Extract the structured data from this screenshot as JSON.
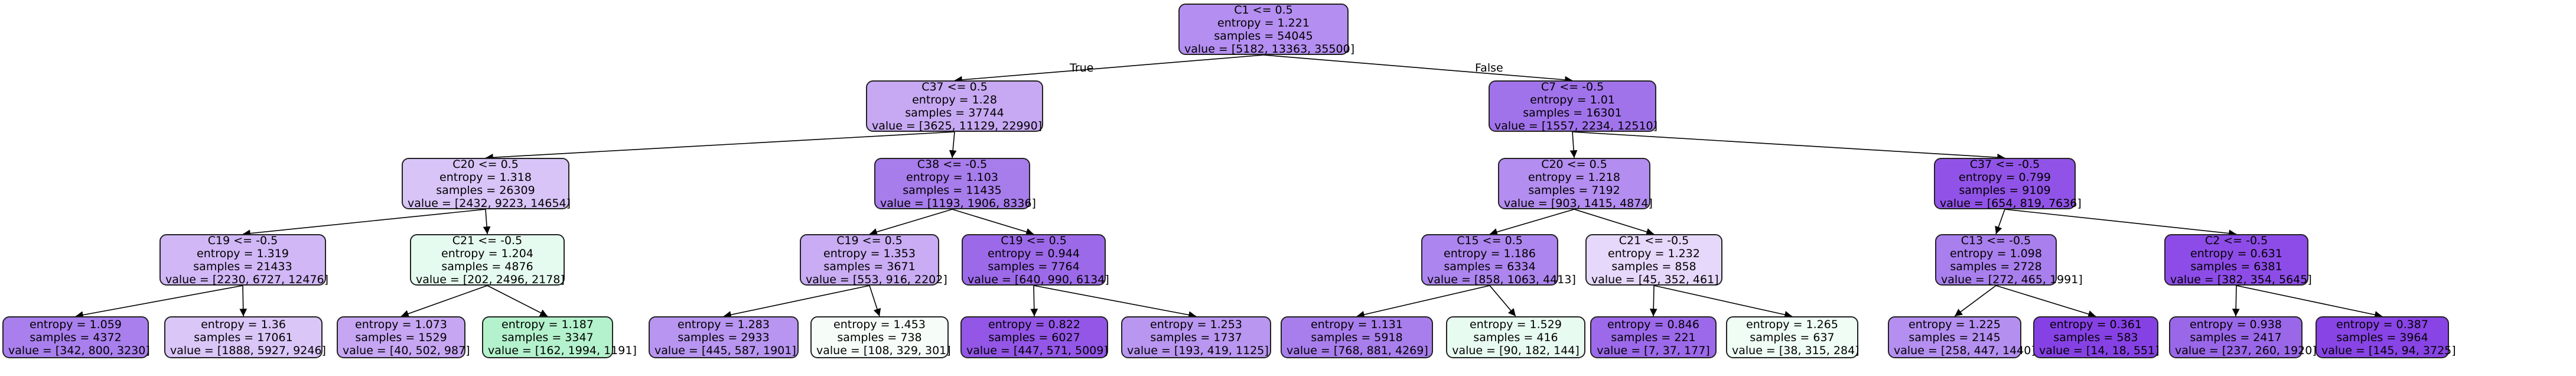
{
  "branches": {
    "true_label": "True",
    "false_label": "False"
  },
  "nodes": [
    {
      "id": "n0",
      "cond": "C1 <= 0.5",
      "entropy": "entropy = 1.221",
      "samples": "samples = 54045",
      "value": "value = [5182, 13363, 35500]",
      "fill": "#b48ef0"
    },
    {
      "id": "n1",
      "cond": "C37 <= 0.5",
      "entropy": "entropy = 1.28",
      "samples": "samples = 37744",
      "value": "value = [3625, 11129, 22990]",
      "fill": "#c7a9f3"
    },
    {
      "id": "n2",
      "cond": "C7 <= -0.5",
      "entropy": "entropy = 1.01",
      "samples": "samples = 16301",
      "value": "value = [1557, 2234, 12510]",
      "fill": "#a173eb"
    },
    {
      "id": "n3",
      "cond": "C20 <= 0.5",
      "entropy": "entropy = 1.318",
      "samples": "samples = 26309",
      "value": "value = [2432, 9223, 14654]",
      "fill": "#d8c4f7"
    },
    {
      "id": "n4",
      "cond": "C38 <= -0.5",
      "entropy": "entropy = 1.103",
      "samples": "samples = 11435",
      "value": "value = [1193, 1906, 8336]",
      "fill": "#a77ceb"
    },
    {
      "id": "n5",
      "cond": "C20 <= 0.5",
      "entropy": "entropy = 1.218",
      "samples": "samples = 7192",
      "value": "value = [903, 1415, 4874]",
      "fill": "#b38def"
    },
    {
      "id": "n6",
      "cond": "C37 <= -0.5",
      "entropy": "entropy = 0.799",
      "samples": "samples = 9109",
      "value": "value = [654, 819, 7636]",
      "fill": "#9153e7"
    },
    {
      "id": "n7",
      "cond": "C19 <= -0.5",
      "entropy": "entropy = 1.319",
      "samples": "samples = 21433",
      "value": "value = [2230, 6727, 12476]",
      "fill": "#d1b7f6"
    },
    {
      "id": "n8",
      "cond": "C21 <= -0.5",
      "entropy": "entropy = 1.204",
      "samples": "samples = 4876",
      "value": "value = [202, 2496, 2178]",
      "fill": "#e6fbef"
    },
    {
      "id": "n9",
      "cond": "C19 <= 0.5",
      "entropy": "entropy = 1.353",
      "samples": "samples = 3671",
      "value": "value = [553, 916, 2202]",
      "fill": "#c9acf3"
    },
    {
      "id": "n10",
      "cond": "C19 <= 0.5",
      "entropy": "entropy = 0.944",
      "samples": "samples = 7764",
      "value": "value = [640, 990, 6134]",
      "fill": "#9c69e9"
    },
    {
      "id": "n11",
      "cond": "C15 <= 0.5",
      "entropy": "entropy = 1.186",
      "samples": "samples = 6334",
      "value": "value = [858, 1063, 4413]",
      "fill": "#ad85ee"
    },
    {
      "id": "n12",
      "cond": "C21 <= -0.5",
      "entropy": "entropy = 1.232",
      "samples": "samples = 858",
      "value": "value = [45, 352, 461]",
      "fill": "#e6d8fa"
    },
    {
      "id": "n13",
      "cond": "C13 <= -0.5",
      "entropy": "entropy = 1.098",
      "samples": "samples = 2728",
      "value": "value = [272, 465, 1991]",
      "fill": "#a97fed"
    },
    {
      "id": "n14",
      "cond": "C2 <= -0.5",
      "entropy": "entropy = 0.631",
      "samples": "samples = 6381",
      "value": "value = [382, 354, 5645]",
      "fill": "#8d4ce7"
    },
    {
      "id": "n15",
      "cond": "",
      "entropy": "entropy = 1.059",
      "samples": "samples = 4372",
      "value": "value = [342, 800, 3230]",
      "fill": "#a97fed"
    },
    {
      "id": "n16",
      "cond": "",
      "entropy": "entropy = 1.36",
      "samples": "samples = 17061",
      "value": "value = [1888, 5927, 9246]",
      "fill": "#dac6f7"
    },
    {
      "id": "n17",
      "cond": "",
      "entropy": "entropy = 1.073",
      "samples": "samples = 1529",
      "value": "value = [40, 502, 987]",
      "fill": "#c6a6f3"
    },
    {
      "id": "n18",
      "cond": "",
      "entropy": "entropy = 1.187",
      "samples": "samples = 3347",
      "value": "value = [162, 1994, 1191]",
      "fill": "#b3f2cc"
    },
    {
      "id": "n19",
      "cond": "",
      "entropy": "entropy = 1.283",
      "samples": "samples = 2933",
      "value": "value = [445, 587, 1901]",
      "fill": "#b795f0"
    },
    {
      "id": "n20",
      "cond": "",
      "entropy": "entropy = 1.453",
      "samples": "samples = 738",
      "value": "value = [108, 329, 301]",
      "fill": "#f6fdf9"
    },
    {
      "id": "n21",
      "cond": "",
      "entropy": "entropy = 0.822",
      "samples": "samples = 6027",
      "value": "value = [447, 571, 5009]",
      "fill": "#9356e7"
    },
    {
      "id": "n22",
      "cond": "",
      "entropy": "entropy = 1.253",
      "samples": "samples = 1737",
      "value": "value = [193, 419, 1125]",
      "fill": "#b996f0"
    },
    {
      "id": "n23",
      "cond": "",
      "entropy": "entropy = 1.131",
      "samples": "samples = 5918",
      "value": "value = [768, 881, 4269]",
      "fill": "#a87eec"
    },
    {
      "id": "n24",
      "cond": "",
      "entropy": "entropy = 1.529",
      "samples": "samples = 416",
      "value": "value = [90, 182, 144]",
      "fill": "#e8fbf0"
    },
    {
      "id": "n25",
      "cond": "",
      "entropy": "entropy = 0.846",
      "samples": "samples = 221",
      "value": "value = [7, 37, 177]",
      "fill": "#9c69ea"
    },
    {
      "id": "n26",
      "cond": "",
      "entropy": "entropy = 1.265",
      "samples": "samples = 637",
      "value": "value = [38, 315, 284]",
      "fill": "#effdf5"
    },
    {
      "id": "n27",
      "cond": "",
      "entropy": "entropy = 1.225",
      "samples": "samples = 2145",
      "value": "value = [258, 447, 1440]",
      "fill": "#b48ff0"
    },
    {
      "id": "n28",
      "cond": "",
      "entropy": "entropy = 0.361",
      "samples": "samples = 583",
      "value": "value = [14, 18, 551]",
      "fill": "#8641e5"
    },
    {
      "id": "n29",
      "cond": "",
      "entropy": "entropy = 0.938",
      "samples": "samples = 2417",
      "value": "value = [237, 260, 1920]",
      "fill": "#9a67e9"
    },
    {
      "id": "n30",
      "cond": "",
      "entropy": "entropy = 0.387",
      "samples": "samples = 3964",
      "value": "value = [145, 94, 3725]",
      "fill": "#8844e5"
    }
  ],
  "edges": [
    [
      "n0",
      "n1"
    ],
    [
      "n0",
      "n2"
    ],
    [
      "n1",
      "n3"
    ],
    [
      "n1",
      "n4"
    ],
    [
      "n2",
      "n5"
    ],
    [
      "n2",
      "n6"
    ],
    [
      "n3",
      "n7"
    ],
    [
      "n3",
      "n8"
    ],
    [
      "n4",
      "n9"
    ],
    [
      "n4",
      "n10"
    ],
    [
      "n5",
      "n11"
    ],
    [
      "n5",
      "n12"
    ],
    [
      "n6",
      "n13"
    ],
    [
      "n6",
      "n14"
    ],
    [
      "n7",
      "n15"
    ],
    [
      "n7",
      "n16"
    ],
    [
      "n8",
      "n17"
    ],
    [
      "n8",
      "n18"
    ],
    [
      "n9",
      "n19"
    ],
    [
      "n9",
      "n20"
    ],
    [
      "n10",
      "n21"
    ],
    [
      "n10",
      "n22"
    ],
    [
      "n11",
      "n23"
    ],
    [
      "n11",
      "n24"
    ],
    [
      "n12",
      "n25"
    ],
    [
      "n12",
      "n26"
    ],
    [
      "n13",
      "n27"
    ],
    [
      "n13",
      "n28"
    ],
    [
      "n14",
      "n29"
    ],
    [
      "n14",
      "n30"
    ]
  ]
}
